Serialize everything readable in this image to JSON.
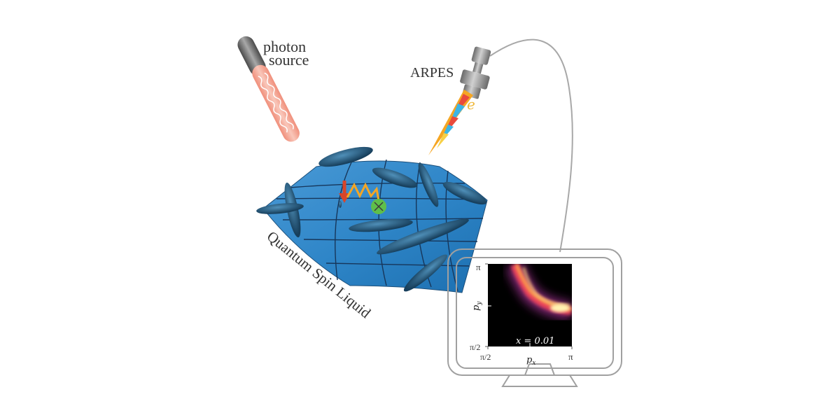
{
  "photon_source": {
    "line1": "photon",
    "line2": "source"
  },
  "arpes": {
    "label": "ARPES",
    "electron_symbol": "e"
  },
  "lattice": {
    "label": "Quantum Spin Liquid"
  },
  "monitor": {
    "y_axis": {
      "label": "p",
      "subscript": "y",
      "tick_top": "π",
      "tick_bottom": "π/2"
    },
    "x_axis": {
      "label": "p",
      "subscript": "x",
      "tick_left": "π/2",
      "tick_right": "π"
    },
    "annotation": "x = 0.01"
  },
  "colors": {
    "lattice_blue": "#2f86c8",
    "spinon_dark": "#1f5b80",
    "beam_orange": "#f5a623",
    "spin_arrow": "#d8452a",
    "holon_green": "#5fbf4a",
    "probe_gray": "#8c8c8c",
    "monitor_gray": "#a0a0a0",
    "photon_tube": "#f6b8ab"
  }
}
